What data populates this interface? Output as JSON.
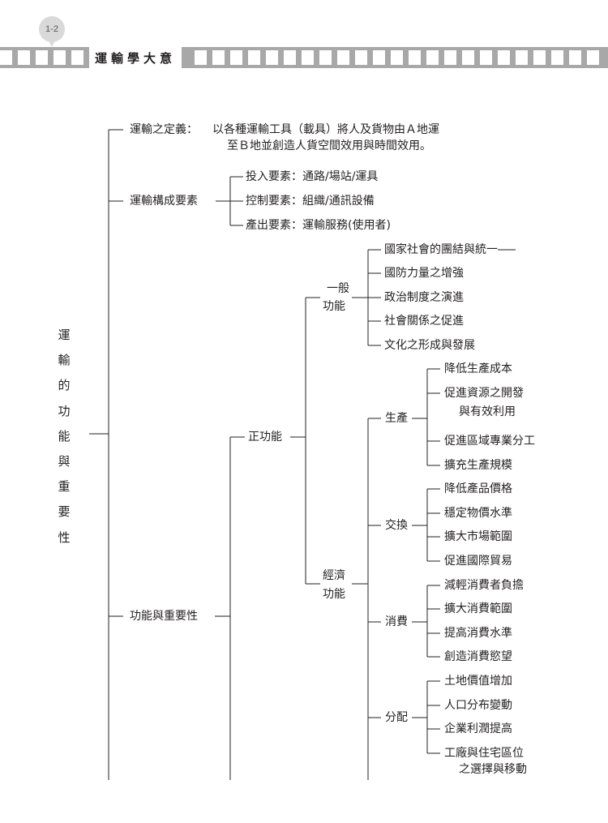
{
  "header": {
    "page_number": "1-2",
    "chapter_title": "運輸學大意"
  },
  "root": {
    "label": "運輸的功能與重要性"
  },
  "definition": {
    "label": "運輸之定義：",
    "line1": "以各種運輸工具（載具）將人及貨物由Ａ地運",
    "line2": "至Ｂ地並創造人貨空間效用與時間效用。"
  },
  "elements": {
    "label": "運輸構成要素",
    "items": [
      "投入要素：通路/場站/運具",
      "控制要素：組織/通訊設備",
      "產出要素：運輸服務(使用者)"
    ]
  },
  "importance": {
    "label": "功能與重要性",
    "positive": "正功能",
    "general": {
      "line1": "一般",
      "line2": "功能",
      "items": [
        "國家社會的團結與統一",
        "國防力量之增強",
        "政治制度之演進",
        "社會關係之促進",
        "文化之形成與發展"
      ]
    },
    "economic": {
      "line1": "經濟",
      "line2": "功能",
      "production": {
        "label": "生產",
        "items": [
          "降低生產成本",
          "促進資源之開發",
          "與有效利用",
          "促進區域專業分工",
          "擴充生產規模"
        ]
      },
      "exchange": {
        "label": "交換",
        "items": [
          "降低產品價格",
          "穩定物價水準",
          "擴大市場範圍",
          "促進國際貿易"
        ]
      },
      "consumption": {
        "label": "消費",
        "items": [
          "減輕消費者負擔",
          "擴大消費範圍",
          "提高消費水準",
          "創造消費慾望"
        ]
      },
      "distribution": {
        "label": "分配",
        "items": [
          "土地價值增加",
          "人口分布變動",
          "企業利潤提高",
          "工廠與住宅區位",
          "之選擇與移動"
        ]
      }
    }
  }
}
